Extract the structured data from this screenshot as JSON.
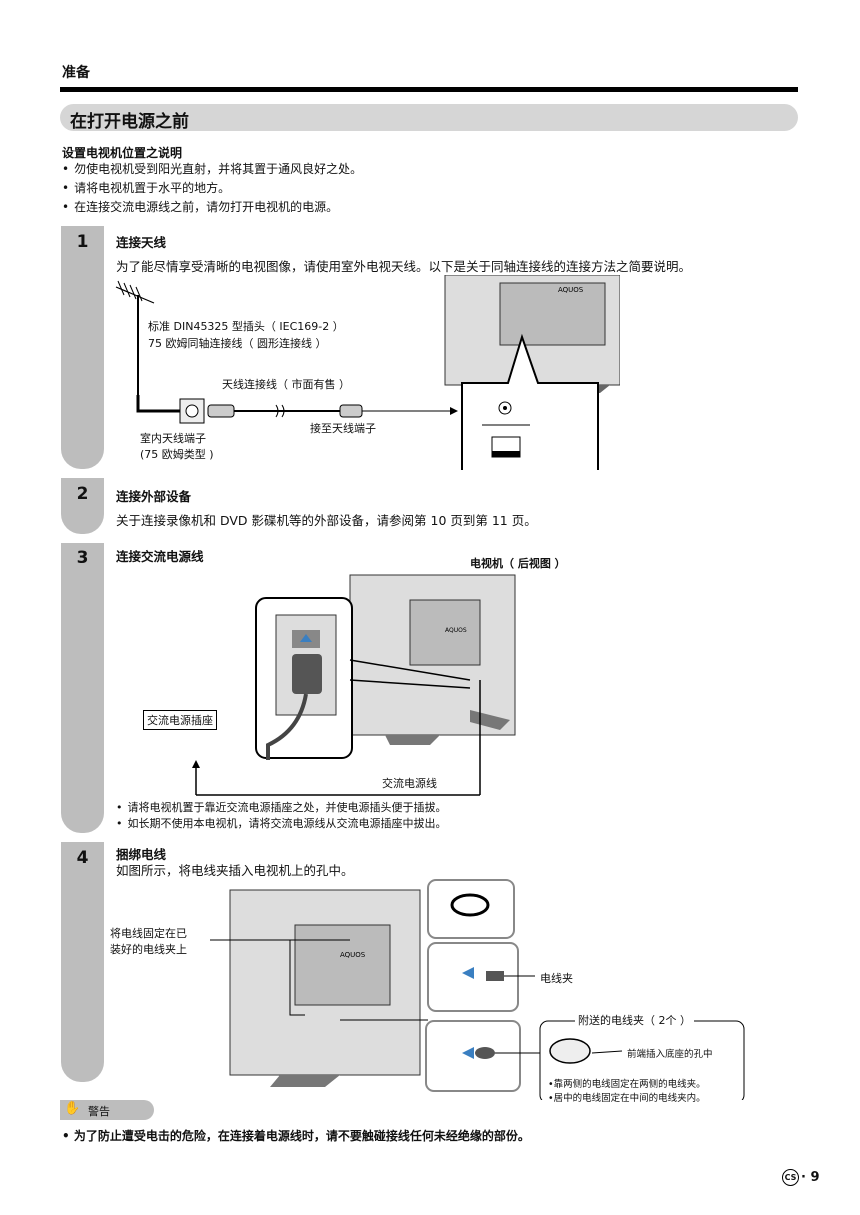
{
  "header": {
    "section": "准备",
    "title": "在打开电源之前"
  },
  "placement": {
    "heading": "设置电视机位置之说明",
    "bullets": [
      "勿使电视机受到阳光直射，并将其置于通风良好之处。",
      "请将电视机置于水平的地方。",
      "在连接交流电源线之前，请勿打开电视机的电源。"
    ]
  },
  "steps": [
    {
      "num": "1",
      "title": "连接天线",
      "desc": "为了能尽情享受清晰的电视图像，请使用室外电视天线。以下是关于同轴连接线的连接方法之简要说明。"
    },
    {
      "num": "2",
      "title": "连接外部设备",
      "desc": "关于连接录像机和 DVD 影碟机等的外部设备，请参阅第 10 页到第 11 页。"
    },
    {
      "num": "3",
      "title": "连接交流电源线",
      "desc": ""
    },
    {
      "num": "4",
      "title": "捆绑电线",
      "desc": "如图所示，将电线夹插入电视机上的孔中。"
    }
  ],
  "fig1": {
    "plug_std": "标准 DIN45325 型插头（ IEC169-2 ）",
    "coax": "75 欧姆同轴连接线（ 圆形连接线 ）",
    "cable": "天线连接线（ 市面有售 ）",
    "to_terminal": "接至天线端子",
    "indoor1": "室内天线端子",
    "indoor2": "(75 欧姆类型 )",
    "brand": "AQUOS"
  },
  "fig3": {
    "rear_view": "电视机（ 后视图 ）",
    "outlet": "交流电源插座",
    "power_cord": "交流电源线",
    "brand": "AQUOS"
  },
  "step3_bullets": [
    "请将电视机置于靠近交流电源插座之处，并使电源插头便于插拔。",
    "如长期不使用本电视机，请将交流电源线从交流电源插座中拔出。"
  ],
  "fig4": {
    "fix1": "将电线固定在已",
    "fix2": "装好的电线夹上",
    "clip": "电线夹",
    "supplied": "附送的电线夹（ 2个 ）",
    "front_insert": "前端插入底座的孔中",
    "note1": "•靠两侧的电线固定在两侧的电线夹。",
    "note2": "•居中的电线固定在中间的电线夹内。",
    "brand": "AQUOS"
  },
  "warning": {
    "badge": "警告",
    "text": "为了防止遭受电击的危险，在连接着电源线时，请不要触碰接线任何未经绝缘的部份。"
  },
  "footer": {
    "cs": "CS",
    "page": "9"
  }
}
